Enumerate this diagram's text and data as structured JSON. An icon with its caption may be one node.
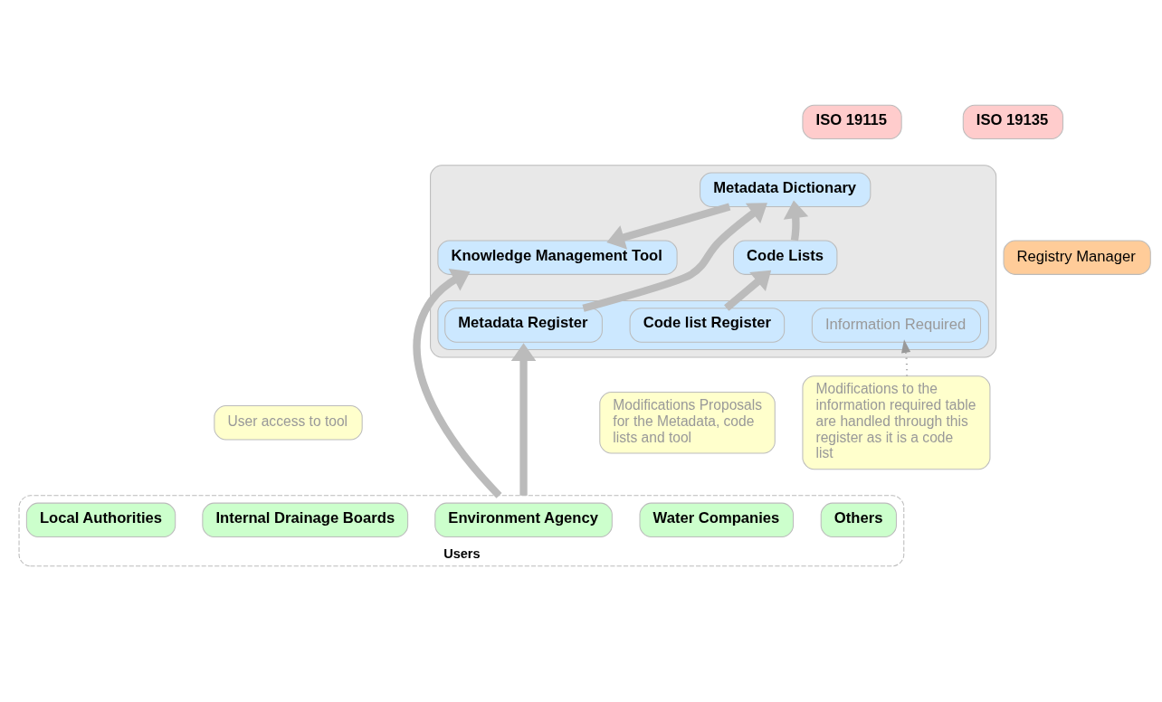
{
  "diagram": {
    "nodes": [
      {
        "text": [
          "ISO 19115"
        ]
      },
      {
        "text": [
          "ISO 19135"
        ]
      },
      {
        "text": [],
        "shape": "box"
      },
      {
        "text": [
          "Knowledge Management Tool"
        ],
        "in": 2
      },
      {
        "text": [
          "Metadata Dictionary"
        ],
        "in": 2
      },
      {
        "text": [
          "Code Lists"
        ],
        "in": 2
      },
      {
        "text": [
          "Registry Manager"
        ]
      },
      {
        "text": [],
        "shape": "box",
        "in": 2
      },
      {
        "text": [
          "Metadata Register"
        ],
        "in": 7
      },
      {
        "text": [
          "Code list Register"
        ],
        "in": 7
      },
      {
        "text": [
          "Information Required"
        ],
        "in": 7
      },
      {
        "text": [
          "User access to tool"
        ]
      },
      {
        "text": [
          "Modifications Proposals for the Metadata, code lists and tool"
        ]
      },
      {
        "text": [
          "Modifications to the information required table are handled through this register as it is a code list"
        ]
      },
      {
        "text": [
          "Users"
        ]
      },
      {
        "text": [
          "Environment Agency"
        ],
        "in": 14
      },
      {
        "text": [
          "Local Authorities"
        ],
        "in": 14
      },
      {
        "text": [
          "Internal Drainage Boards"
        ],
        "in": 14
      },
      {
        "text": [
          "Water Companies"
        ],
        "in": 14
      },
      {
        "text": [
          "Others"
        ],
        "in": 14
      }
    ],
    "edges": [
      {
        "from": 4,
        "to": 3,
        "arrow": "to"
      },
      {
        "from": 5,
        "to": 4,
        "arrow": "to"
      },
      {
        "from": 8,
        "to": 4,
        "arrow": "to"
      },
      {
        "from": 9,
        "to": 5,
        "arrow": "to"
      },
      {
        "from": 14,
        "to": 3,
        "arrow": "to"
      },
      {
        "from": 14,
        "to": 7,
        "arrow": "to"
      },
      {
        "from": 13,
        "to": 10,
        "arrow": "to",
        "style": "dashed",
        "color": "#999999"
      }
    ]
  }
}
